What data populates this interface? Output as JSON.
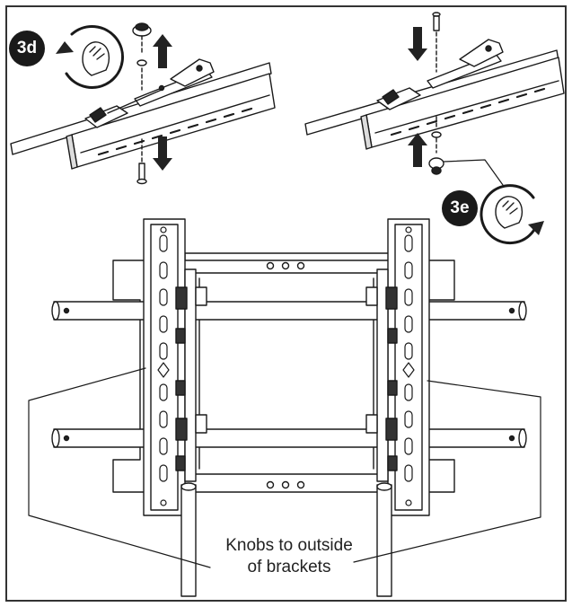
{
  "steps": {
    "left": "3d",
    "right": "3e"
  },
  "callout": {
    "line1": "Knobs to outside",
    "line2": "of brackets"
  },
  "colors": {
    "stroke": "#1a1a1a",
    "frame": "#333333",
    "background": "#ffffff"
  },
  "icons": [
    "hand-turn-ccw-icon",
    "hand-turn-cw-icon",
    "arrow-up-icon",
    "arrow-down-icon"
  ]
}
